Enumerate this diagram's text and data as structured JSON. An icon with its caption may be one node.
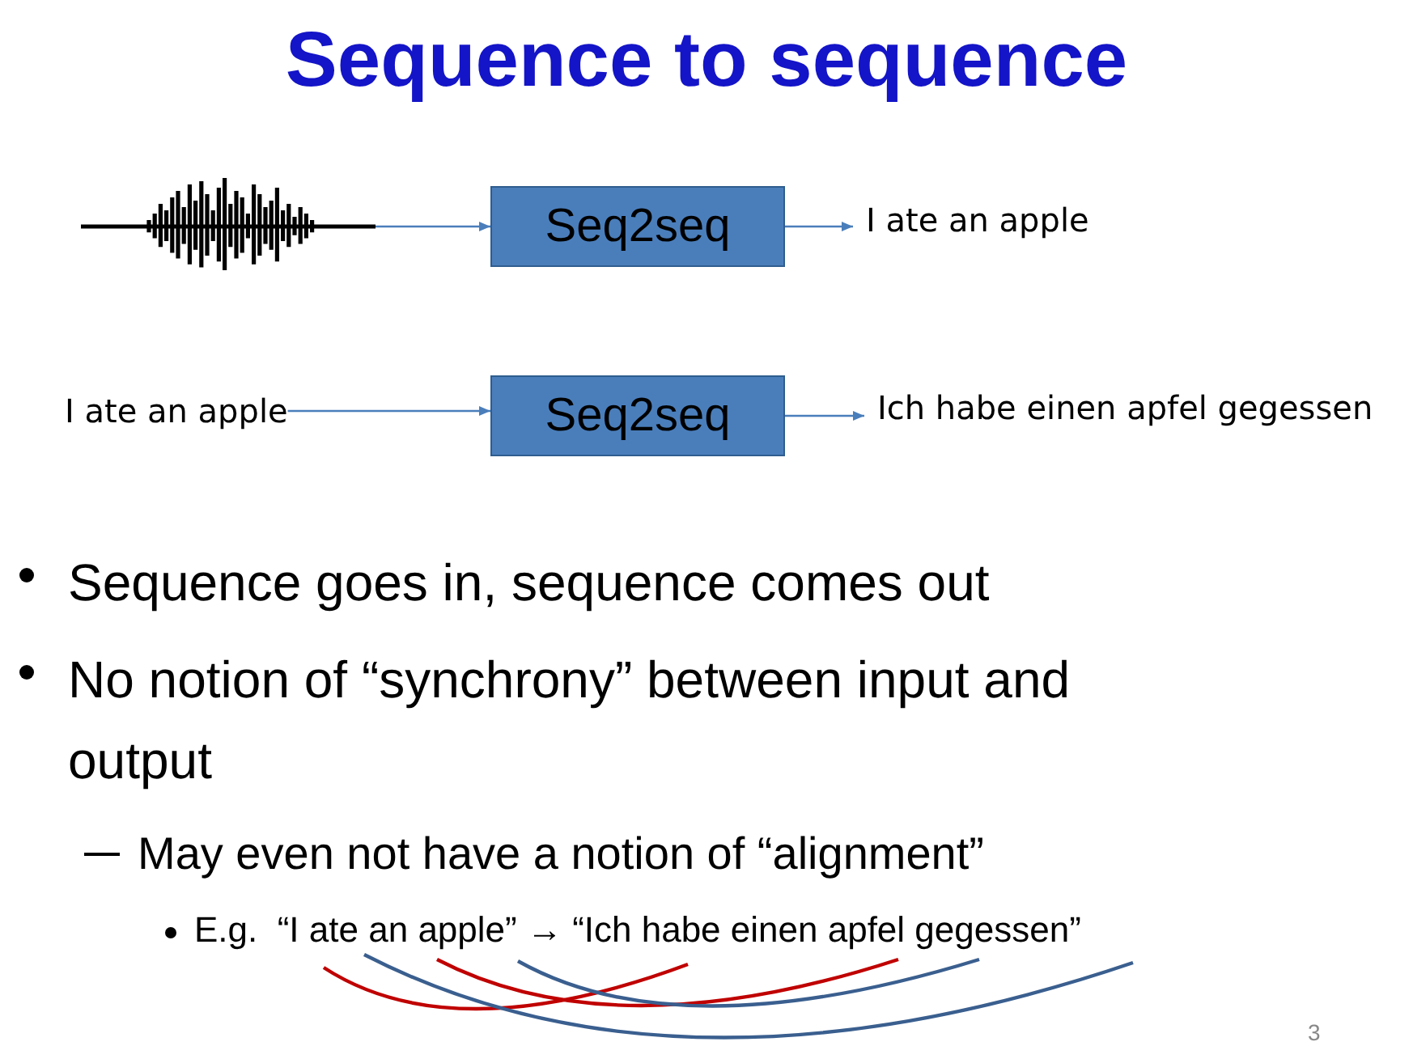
{
  "diagram": {
    "title": "Sequence to sequence",
    "nodes": [
      {
        "text": [],
        "shape": "picture"
      },
      {
        "text": [
          "Seq2seq"
        ]
      },
      {
        "text": [
          "I ate an apple"
        ]
      },
      {
        "text": [
          "I ate an apple"
        ]
      },
      {
        "text": [
          "Seq2seq"
        ]
      },
      {
        "text": [
          "Ich habe einen apfel gegessen"
        ]
      }
    ],
    "edges": [
      {
        "from": 0,
        "to": 1,
        "arrow": "to"
      },
      {
        "from": 1,
        "to": 2,
        "arrow": "to"
      },
      {
        "from": 3,
        "to": 4,
        "arrow": "to"
      },
      {
        "from": 4,
        "to": 5,
        "arrow": "to"
      }
    ],
    "labels": [
      "Sequence goes in,  sequence comes out",
      "No notion of “synchrony” between input and output",
      "May even not have a notion of “alignment”",
      "E.g.  “I ate an apple” → “Ich habe einen apfel gegessen”",
      "3"
    ]
  }
}
